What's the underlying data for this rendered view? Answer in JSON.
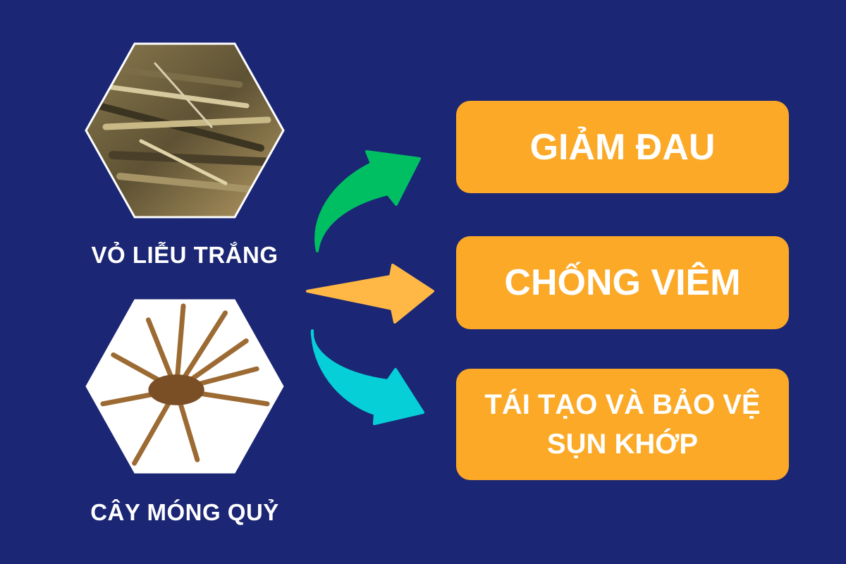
{
  "ingredients": [
    {
      "name": "VỎ LIỄU TRẮNG",
      "image": "willow-bark-image"
    },
    {
      "name": "CÂY MÓNG QUỶ",
      "image": "devils-claw-image"
    }
  ],
  "benefits": [
    {
      "label": "GIẢM ĐAU"
    },
    {
      "label": "CHỐNG VIÊM"
    },
    {
      "label": "TÁI TẠO VÀ BẢO VỆ SỤN KHỚP"
    }
  ],
  "colors": {
    "background": "#1B2674",
    "box": "#FBA927",
    "arrow_green": "#00BF63",
    "arrow_orange": "#FFB846",
    "arrow_cyan": "#06CFD8"
  }
}
